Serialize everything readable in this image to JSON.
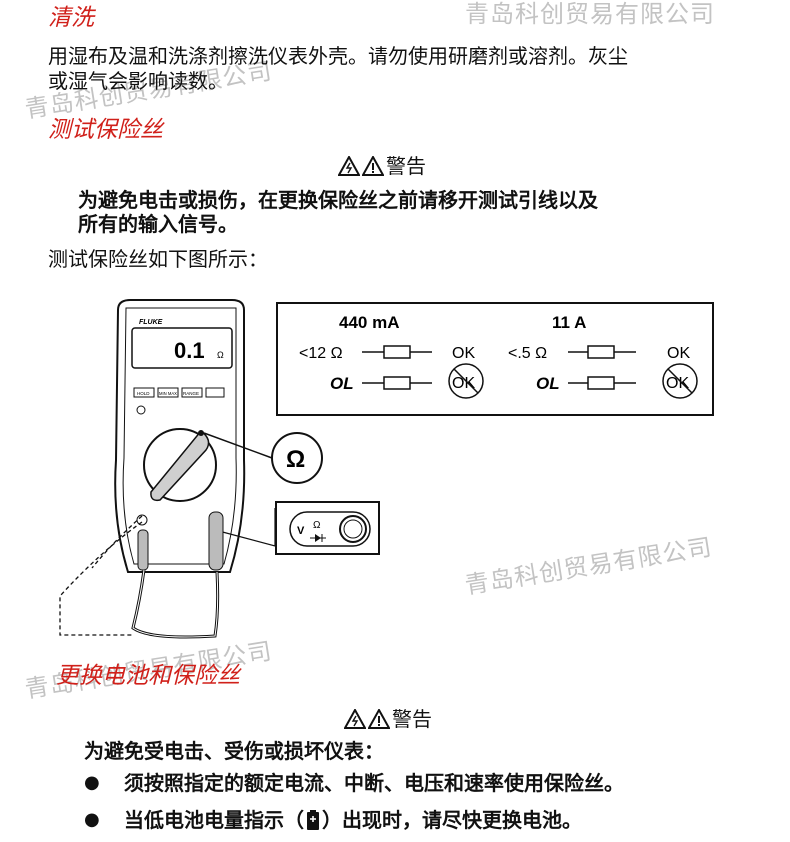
{
  "section_cleaning": {
    "heading": "清洗",
    "line1": "用湿布及温和洗涤剂擦洗仪表外壳。请勿使用研磨剂或溶剂。灰尘",
    "line2": "或湿气会影响读数。"
  },
  "section_fuse_test": {
    "heading": "测试保险丝",
    "warning_title": "警告",
    "warning_line1": "为避免电击或损伤，在更换保险丝之前请移开测试引线以及",
    "warning_line2": "所有的输入信号。",
    "intro": "测试保险丝如下图所示："
  },
  "figure": {
    "brand": "FLUKE",
    "display_value": "0.1",
    "display_unit": "Ω",
    "buttons": [
      "HOLD",
      "MIN MAX",
      "RANGE",
      ""
    ],
    "dial_callout": "Ω",
    "jack_label_v": "V",
    "jack_label_ohm": "Ω",
    "table": {
      "col1_header": "440 mA",
      "col2_header": "11 A",
      "row1_col1_spec": "<12 Ω",
      "row1_col1_result": "OK",
      "row1_col2_spec": "<.5 Ω",
      "row1_col2_result": "OK",
      "row2_col1_reading": "OL",
      "row2_col1_result": "OK",
      "row2_col2_reading": "OL",
      "row2_col2_result": "OK"
    }
  },
  "section_replace": {
    "heading": "更换电池和保险丝",
    "warning_title": "警告",
    "warning_intro": "为避免受电击、受伤或损坏仪表：",
    "bullets": [
      "须按照指定的额定电流、中断、电压和速率使用保险丝。",
      "当低电池电量指示（",
      "）出现时，请尽快更换电池。"
    ]
  },
  "watermark": "青岛科创贸易有限公司"
}
